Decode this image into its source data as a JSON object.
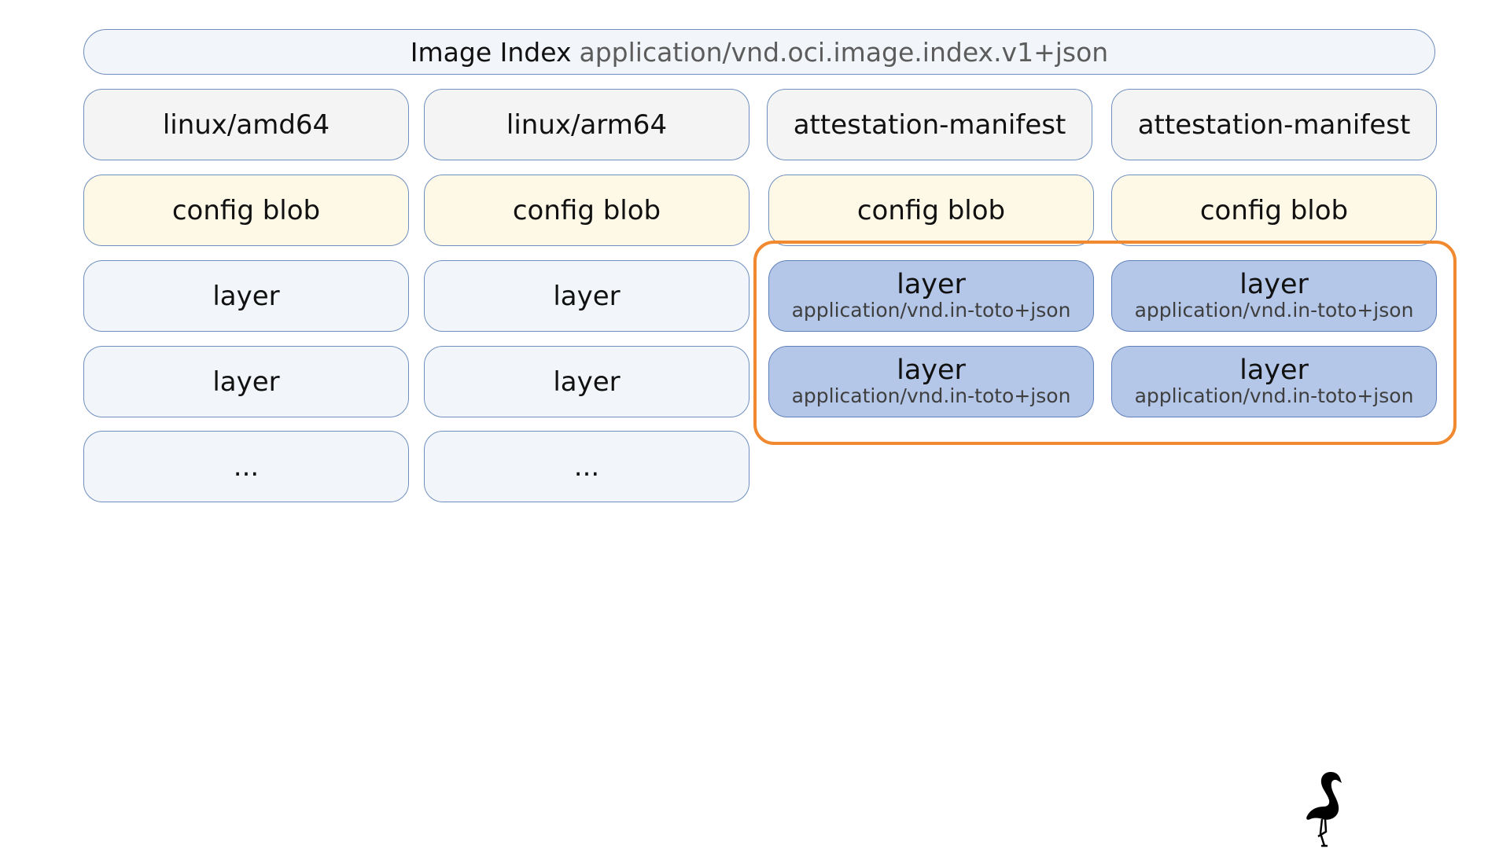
{
  "index": {
    "label": "Image Index",
    "media_type": "application/vnd.oci.image.index.v1+json"
  },
  "columns": [
    {
      "manifest": "linux/amd64",
      "config": "config blob",
      "layers": [
        "layer",
        "layer",
        "..."
      ]
    },
    {
      "manifest": "linux/arm64",
      "config": "config blob",
      "layers": [
        "layer",
        "layer",
        "..."
      ]
    },
    {
      "manifest": "attestation-manifest",
      "config": "config blob",
      "layers": [
        {
          "label": "layer",
          "media_type": "application/vnd.in-toto+json"
        },
        {
          "label": "layer",
          "media_type": "application/vnd.in-toto+json"
        }
      ]
    },
    {
      "manifest": "attestation-manifest",
      "config": "config blob",
      "layers": [
        {
          "label": "layer",
          "media_type": "application/vnd.in-toto+json"
        },
        {
          "label": "layer",
          "media_type": "application/vnd.in-toto+json"
        }
      ]
    }
  ],
  "colors": {
    "manifest_fill": "#f4f4f4",
    "config_fill": "#fef8e7",
    "layer_fill": "#f2f6fb",
    "attestation_layer_fill": "#b4c7e8",
    "highlight_border": "#f0892f",
    "box_border": "#6f8fbd"
  },
  "icons": {
    "logo": "flamingo-icon"
  }
}
